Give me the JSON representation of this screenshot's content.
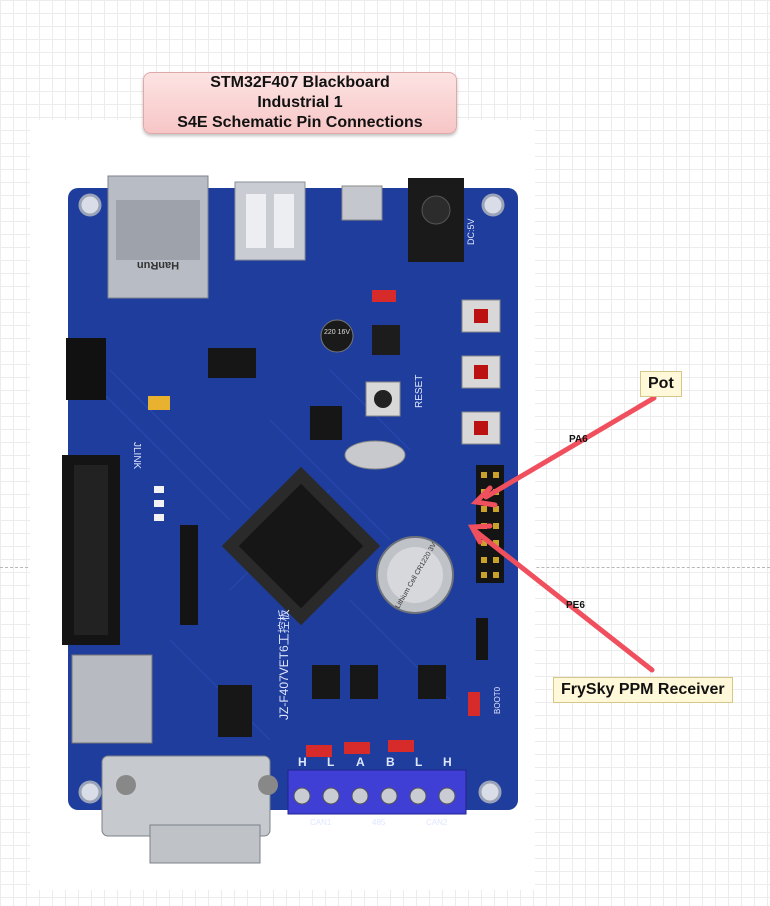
{
  "title": {
    "line1": "STM32F407 Blackboard",
    "line2": "Industrial 1",
    "line3": "S4E Schematic Pin Connections"
  },
  "labels": {
    "pot": "Pot",
    "frysky": "FrySky PPM Receiver"
  },
  "pins": {
    "pot_pin": "PA6",
    "receiver_pin": "PE6"
  },
  "board_markings": {
    "jlink": "JLINK",
    "reset": "RESET",
    "dc": "DC:5V",
    "model": "JZ-F407VET6工控板",
    "boot": "BOOT0",
    "jack_brand": "HanRun",
    "cap": "220 16V",
    "battery": "Lithium Cell CR1220 3V",
    "can1": "CAN1",
    "can2": "CAN2",
    "rs485": "485",
    "terminal_top": [
      "H",
      "L",
      "A",
      "B",
      "L",
      "H"
    ]
  },
  "colors": {
    "board": "#1f3d9c",
    "arrow": "#f0505e",
    "title_bg": "#f9d0d0",
    "label_bg": "#fff8d9"
  }
}
